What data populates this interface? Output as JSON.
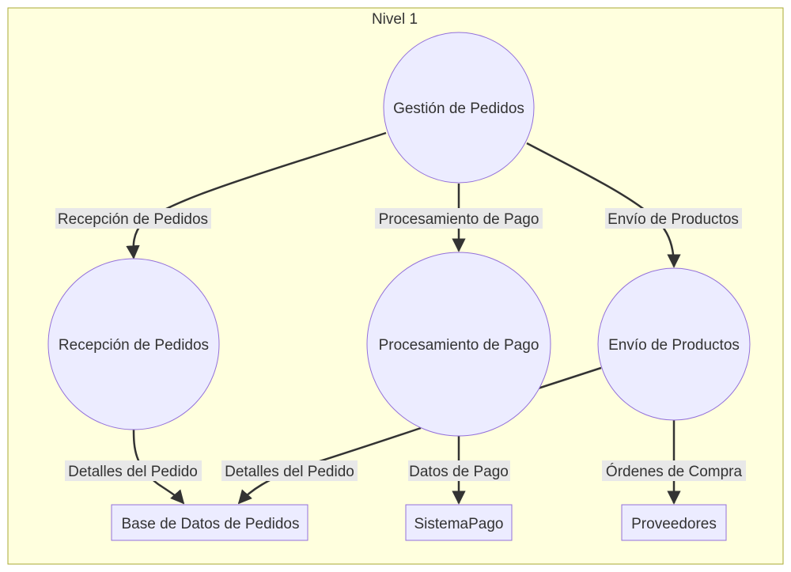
{
  "cluster": {
    "title": "Nivel 1",
    "fill": "#ffffde",
    "stroke": "#aaaa33"
  },
  "style": {
    "node_fill": "#ececff",
    "node_stroke": "#9370db",
    "edge_color": "#333333",
    "label_bg": "#e8e8e8"
  },
  "nodes": {
    "gestion": {
      "label": "Gestión de Pedidos"
    },
    "recepcion": {
      "label": "Recepción de Pedidos"
    },
    "procesamiento": {
      "label": "Procesamiento de Pago"
    },
    "envio": {
      "label": "Envío de Productos"
    },
    "base_datos": {
      "label": "Base de Datos de Pedidos"
    },
    "sistema_pago": {
      "label": "SistemaPago"
    },
    "proveedores": {
      "label": "Proveedores"
    }
  },
  "edges": {
    "gestion_recepcion": {
      "label": "Recepción de Pedidos"
    },
    "gestion_procesamiento": {
      "label": "Procesamiento de Pago"
    },
    "gestion_envio": {
      "label": "Envío de Productos"
    },
    "recepcion_bd": {
      "label": "Detalles del Pedido"
    },
    "envio_bd": {
      "label": "Detalles del Pedido"
    },
    "procesamiento_sistema": {
      "label": "Datos de Pago"
    },
    "envio_proveedores": {
      "label": "Órdenes de Compra"
    }
  }
}
